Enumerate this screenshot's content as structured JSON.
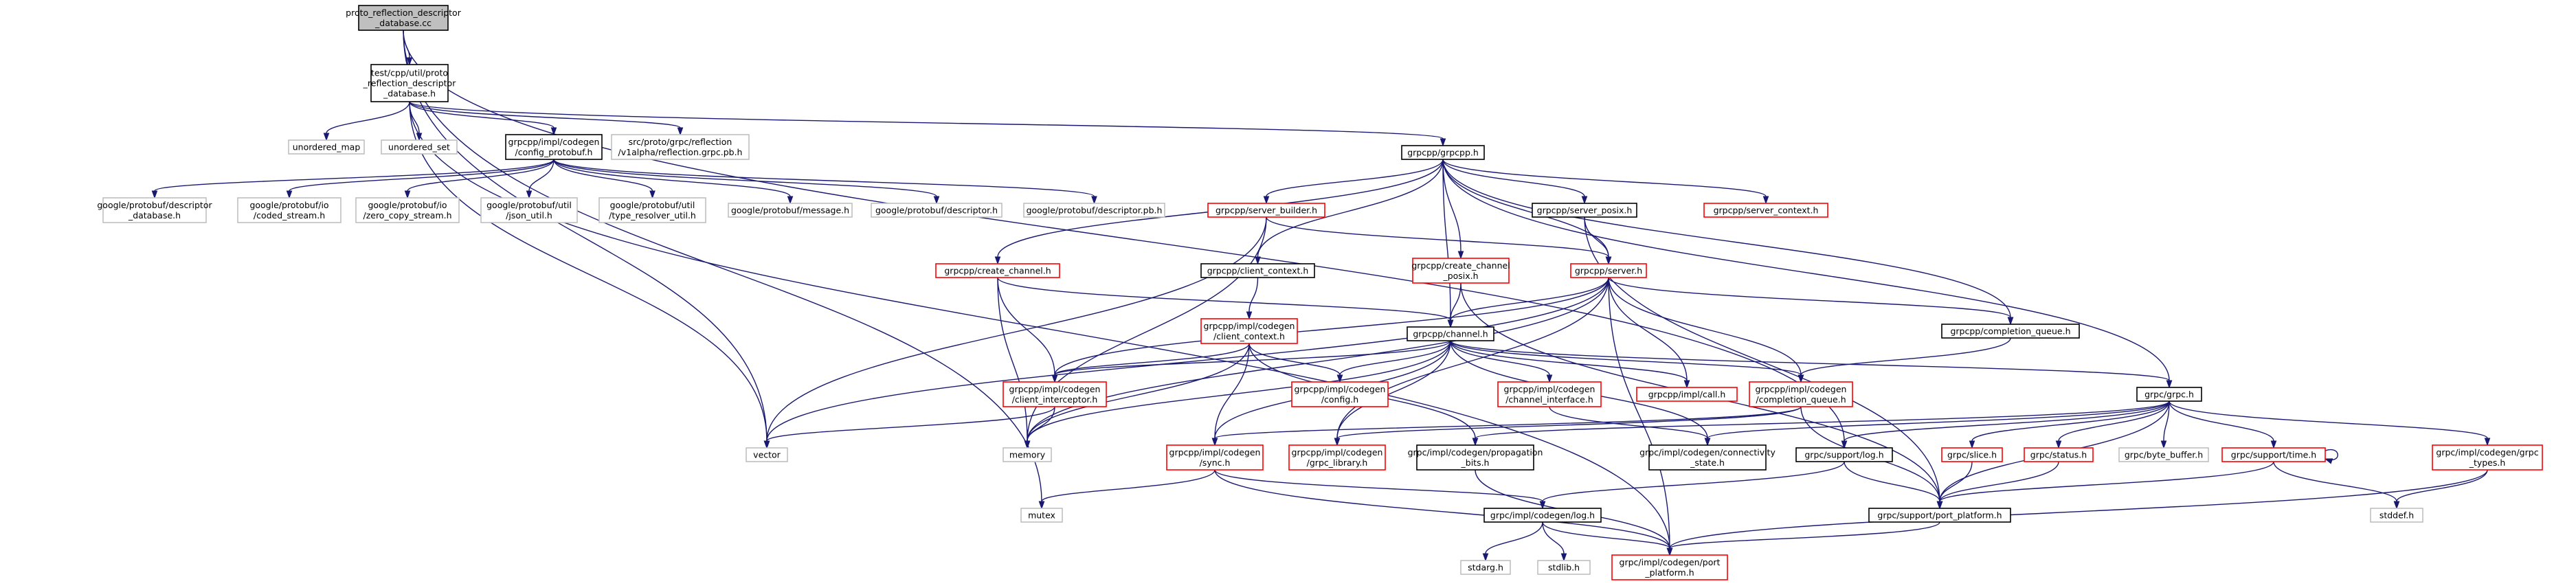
{
  "nodes": [
    {
      "id": "root",
      "label": [
        "proto_reflection_descriptor",
        "_database.cc"
      ],
      "style": "root"
    },
    {
      "id": "test_h",
      "label": [
        "test/cpp/util/proto",
        "_reflection_descriptor",
        "_database.h"
      ],
      "style": "normal"
    },
    {
      "id": "unordered_map",
      "label": [
        "unordered_map"
      ],
      "style": "gray"
    },
    {
      "id": "unordered_set",
      "label": [
        "unordered_set"
      ],
      "style": "gray"
    },
    {
      "id": "config_protobuf",
      "label": [
        "grpcpp/impl/codegen",
        "/config_protobuf.h"
      ],
      "style": "normal"
    },
    {
      "id": "reflection_grpc",
      "label": [
        "src/proto/grpc/reflection",
        "/v1alpha/reflection.grpc.pb.h"
      ],
      "style": "gray"
    },
    {
      "id": "grpcpp_h",
      "label": [
        "grpcpp/grpcpp.h"
      ],
      "style": "normal"
    },
    {
      "id": "pb_desc_db",
      "label": [
        "google/protobuf/descriptor",
        "_database.h"
      ],
      "style": "gray"
    },
    {
      "id": "pb_coded",
      "label": [
        "google/protobuf/io",
        "/coded_stream.h"
      ],
      "style": "gray"
    },
    {
      "id": "pb_zero",
      "label": [
        "google/protobuf/io",
        "/zero_copy_stream.h"
      ],
      "style": "gray"
    },
    {
      "id": "pb_json",
      "label": [
        "google/protobuf/util",
        "/json_util.h"
      ],
      "style": "gray"
    },
    {
      "id": "pb_type",
      "label": [
        "google/protobuf/util",
        "/type_resolver_util.h"
      ],
      "style": "gray"
    },
    {
      "id": "pb_message",
      "label": [
        "google/protobuf/message.h"
      ],
      "style": "gray"
    },
    {
      "id": "pb_desc",
      "label": [
        "google/protobuf/descriptor.h"
      ],
      "style": "gray"
    },
    {
      "id": "pb_desc_pb",
      "label": [
        "google/protobuf/descriptor.pb.h"
      ],
      "style": "gray"
    },
    {
      "id": "server_builder",
      "label": [
        "grpcpp/server_builder.h"
      ],
      "style": "red"
    },
    {
      "id": "server_posix",
      "label": [
        "grpcpp/server_posix.h"
      ],
      "style": "normal"
    },
    {
      "id": "server_context",
      "label": [
        "grpcpp/server_context.h"
      ],
      "style": "red"
    },
    {
      "id": "create_channel",
      "label": [
        "grpcpp/create_channel.h"
      ],
      "style": "red"
    },
    {
      "id": "client_context",
      "label": [
        "grpcpp/client_context.h"
      ],
      "style": "normal"
    },
    {
      "id": "create_channel_posix",
      "label": [
        "grpcpp/create_channel",
        "_posix.h"
      ],
      "style": "red"
    },
    {
      "id": "server_h",
      "label": [
        "grpcpp/server.h"
      ],
      "style": "red"
    },
    {
      "id": "codegen_client_context",
      "label": [
        "grpcpp/impl/codegen",
        "/client_context.h"
      ],
      "style": "red"
    },
    {
      "id": "channel_h",
      "label": [
        "grpcpp/channel.h"
      ],
      "style": "normal"
    },
    {
      "id": "completion_queue",
      "label": [
        "grpcpp/completion_queue.h"
      ],
      "style": "normal"
    },
    {
      "id": "config_h",
      "label": [
        "grpcpp/impl/codegen",
        "/config.h"
      ],
      "style": "red"
    },
    {
      "id": "client_interceptor",
      "label": [
        "grpcpp/impl/codegen",
        "/client_interceptor.h"
      ],
      "style": "red"
    },
    {
      "id": "channel_interface",
      "label": [
        "grpcpp/impl/codegen",
        "/channel_interface.h"
      ],
      "style": "red"
    },
    {
      "id": "call_h",
      "label": [
        "grpcpp/impl/call.h"
      ],
      "style": "red"
    },
    {
      "id": "codegen_cq",
      "label": [
        "grpcpp/impl/codegen",
        "/completion_queue.h"
      ],
      "style": "red"
    },
    {
      "id": "grpc_h",
      "label": [
        "grpc/grpc.h"
      ],
      "style": "normal"
    },
    {
      "id": "vector",
      "label": [
        "vector"
      ],
      "style": "gray"
    },
    {
      "id": "memory",
      "label": [
        "memory"
      ],
      "style": "gray"
    },
    {
      "id": "sync_h",
      "label": [
        "grpcpp/impl/codegen",
        "/sync.h"
      ],
      "style": "red"
    },
    {
      "id": "grpc_library",
      "label": [
        "grpcpp/impl/codegen",
        "/grpc_library.h"
      ],
      "style": "red"
    },
    {
      "id": "propagation_bits",
      "label": [
        "grpc/impl/codegen/propagation",
        "_bits.h"
      ],
      "style": "normal"
    },
    {
      "id": "connectivity_state",
      "label": [
        "grpc/impl/codegen/connectivity",
        "_state.h"
      ],
      "style": "normal"
    },
    {
      "id": "support_log",
      "label": [
        "grpc/support/log.h"
      ],
      "style": "normal"
    },
    {
      "id": "slice_h",
      "label": [
        "grpc/slice.h"
      ],
      "style": "red"
    },
    {
      "id": "status_h",
      "label": [
        "grpc/status.h"
      ],
      "style": "red"
    },
    {
      "id": "byte_buffer",
      "label": [
        "grpc/byte_buffer.h"
      ],
      "style": "gray"
    },
    {
      "id": "support_time",
      "label": [
        "grpc/support/time.h"
      ],
      "style": "red"
    },
    {
      "id": "grpc_types",
      "label": [
        "grpc/impl/codegen/grpc",
        "_types.h"
      ],
      "style": "red"
    },
    {
      "id": "mutex",
      "label": [
        "mutex"
      ],
      "style": "gray"
    },
    {
      "id": "codegen_log",
      "label": [
        "grpc/impl/codegen/log.h"
      ],
      "style": "normal"
    },
    {
      "id": "port_platform",
      "label": [
        "grpc/support/port_platform.h"
      ],
      "style": "normal"
    },
    {
      "id": "stddef",
      "label": [
        "stddef.h"
      ],
      "style": "gray"
    },
    {
      "id": "stdarg",
      "label": [
        "stdarg.h"
      ],
      "style": "gray"
    },
    {
      "id": "stdlib",
      "label": [
        "stdlib.h"
      ],
      "style": "gray"
    },
    {
      "id": "codegen_port_platform",
      "label": [
        "grpc/impl/codegen/port",
        "_platform.h"
      ],
      "style": "red"
    }
  ],
  "edges": [
    [
      "root",
      "test_h"
    ],
    [
      "root",
      "vector"
    ],
    [
      "root",
      "mutex"
    ],
    [
      "root",
      "support_log"
    ],
    [
      "test_h",
      "unordered_map"
    ],
    [
      "test_h",
      "unordered_set"
    ],
    [
      "test_h",
      "config_protobuf"
    ],
    [
      "test_h",
      "reflection_grpc"
    ],
    [
      "test_h",
      "grpcpp_h"
    ],
    [
      "test_h",
      "vector"
    ],
    [
      "test_h",
      "codegen_port_platform"
    ],
    [
      "config_protobuf",
      "pb_desc_db"
    ],
    [
      "config_protobuf",
      "pb_coded"
    ],
    [
      "config_protobuf",
      "pb_zero"
    ],
    [
      "config_protobuf",
      "pb_json"
    ],
    [
      "config_protobuf",
      "pb_type"
    ],
    [
      "config_protobuf",
      "pb_message"
    ],
    [
      "config_protobuf",
      "pb_desc"
    ],
    [
      "config_protobuf",
      "pb_desc_pb"
    ],
    [
      "grpcpp_h",
      "server_builder"
    ],
    [
      "grpcpp_h",
      "server_posix"
    ],
    [
      "grpcpp_h",
      "server_context"
    ],
    [
      "grpcpp_h",
      "create_channel"
    ],
    [
      "grpcpp_h",
      "client_context"
    ],
    [
      "grpcpp_h",
      "create_channel_posix"
    ],
    [
      "grpcpp_h",
      "server_h"
    ],
    [
      "grpcpp_h",
      "channel_h"
    ],
    [
      "grpcpp_h",
      "completion_queue"
    ],
    [
      "grpcpp_h",
      "grpc_h"
    ],
    [
      "server_builder",
      "server_h"
    ],
    [
      "server_builder",
      "vector"
    ],
    [
      "server_builder",
      "memory"
    ],
    [
      "server_posix",
      "server_h"
    ],
    [
      "server_posix",
      "port_platform"
    ],
    [
      "create_channel",
      "channel_h"
    ],
    [
      "create_channel",
      "client_interceptor"
    ],
    [
      "create_channel",
      "memory"
    ],
    [
      "client_context",
      "codegen_client_context"
    ],
    [
      "create_channel_posix",
      "channel_h"
    ],
    [
      "create_channel_posix",
      "port_platform"
    ],
    [
      "server_h",
      "channel_h"
    ],
    [
      "server_h",
      "completion_queue"
    ],
    [
      "server_h",
      "client_interceptor"
    ],
    [
      "server_h",
      "call_h"
    ],
    [
      "server_h",
      "codegen_cq"
    ],
    [
      "server_h",
      "grpc_library"
    ],
    [
      "server_h",
      "vector"
    ],
    [
      "server_h",
      "memory"
    ],
    [
      "server_h",
      "codegen_port_platform"
    ],
    [
      "codegen_client_context",
      "config_h"
    ],
    [
      "codegen_client_context",
      "client_interceptor"
    ],
    [
      "codegen_client_context",
      "sync_h"
    ],
    [
      "codegen_client_context",
      "propagation_bits"
    ],
    [
      "codegen_client_context",
      "memory"
    ],
    [
      "channel_h",
      "config_h"
    ],
    [
      "channel_h",
      "client_interceptor"
    ],
    [
      "channel_h",
      "channel_interface"
    ],
    [
      "channel_h",
      "call_h"
    ],
    [
      "channel_h",
      "codegen_cq"
    ],
    [
      "channel_h",
      "grpc_h"
    ],
    [
      "channel_h",
      "sync_h"
    ],
    [
      "channel_h",
      "grpc_library"
    ],
    [
      "channel_h",
      "memory"
    ],
    [
      "channel_h",
      "connectivity_state"
    ],
    [
      "completion_queue",
      "codegen_cq"
    ],
    [
      "client_interceptor",
      "vector"
    ],
    [
      "client_interceptor",
      "memory"
    ],
    [
      "channel_interface",
      "connectivity_state"
    ],
    [
      "codegen_cq",
      "grpc_library"
    ],
    [
      "codegen_cq",
      "sync_h"
    ],
    [
      "codegen_cq",
      "port_platform"
    ],
    [
      "grpc_h",
      "propagation_bits"
    ],
    [
      "grpc_h",
      "connectivity_state"
    ],
    [
      "grpc_h",
      "support_log"
    ],
    [
      "grpc_h",
      "slice_h"
    ],
    [
      "grpc_h",
      "status_h"
    ],
    [
      "grpc_h",
      "byte_buffer"
    ],
    [
      "grpc_h",
      "support_time"
    ],
    [
      "grpc_h",
      "grpc_types"
    ],
    [
      "grpc_h",
      "port_platform"
    ],
    [
      "sync_h",
      "mutex"
    ],
    [
      "sync_h",
      "codegen_log"
    ],
    [
      "sync_h",
      "codegen_port_platform"
    ],
    [
      "propagation_bits",
      "codegen_port_platform"
    ],
    [
      "support_log",
      "codegen_log"
    ],
    [
      "support_log",
      "port_platform"
    ],
    [
      "slice_h",
      "port_platform"
    ],
    [
      "status_h",
      "port_platform"
    ],
    [
      "support_time",
      "support_time"
    ],
    [
      "support_time",
      "port_platform"
    ],
    [
      "support_time",
      "stddef"
    ],
    [
      "grpc_types",
      "stddef"
    ],
    [
      "grpc_types",
      "codegen_port_platform"
    ],
    [
      "codegen_log",
      "stdarg"
    ],
    [
      "codegen_log",
      "stdlib"
    ],
    [
      "codegen_log",
      "codegen_port_platform"
    ],
    [
      "port_platform",
      "codegen_port_platform"
    ]
  ],
  "colors": {
    "edge": "#191970",
    "normal_border": "#000000",
    "red_border": "#ff0000",
    "gray_border": "#bfbfbf",
    "root_fill": "#bfbfbf",
    "fill": "#ffffff"
  }
}
